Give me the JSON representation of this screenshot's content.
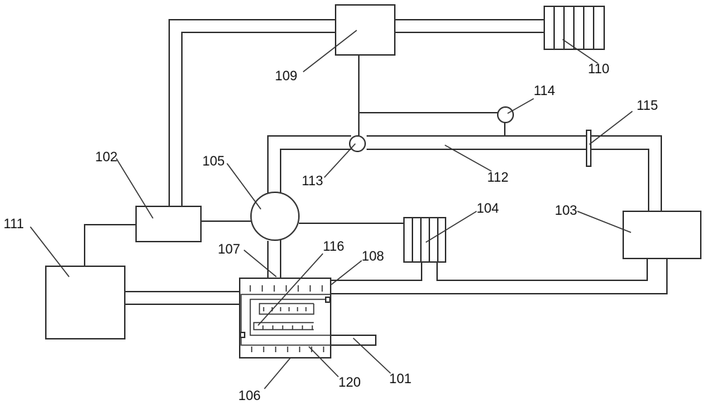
{
  "labels": {
    "l101": "101",
    "l102": "102",
    "l103": "103",
    "l104": "104",
    "l105": "105",
    "l106": "106",
    "l107": "107",
    "l108": "108",
    "l109": "109",
    "l110": "110",
    "l111": "111",
    "l112": "112",
    "l113": "113",
    "l114": "114",
    "l115": "115",
    "l116": "116",
    "l120": "120"
  }
}
